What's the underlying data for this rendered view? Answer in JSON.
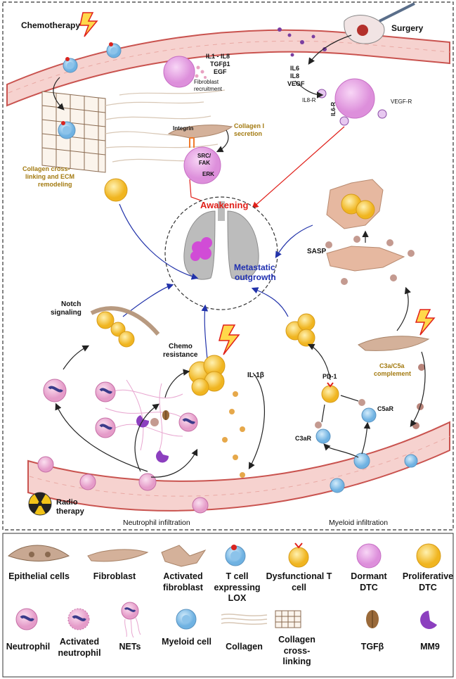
{
  "labels": {
    "chemotherapy": "Chemotherapy",
    "surgery": "Surgery",
    "cytokines_left_1": "IL1 - IL8",
    "cytokines_left_2": "TGFβ1",
    "cytokines_left_3": "EGF",
    "fibroblast_recruitment_1": "Fibroblast",
    "fibroblast_recruitment_2": "recruitment",
    "cytokines_right_1": "IL6",
    "cytokines_right_2": "IL8",
    "cytokines_right_3": "VEGF",
    "il8r": "IL8-R",
    "vegfr": "VEGF-R",
    "il6r": "IL6-R",
    "integrin": "Integrin",
    "collagen_secretion_1": "Collagen I",
    "collagen_secretion_2": "secretion",
    "src_fak_1": "SRC/",
    "src_fak_2": "FAK",
    "erk": "ERK",
    "crosslink_1": "Collagen cross-",
    "crosslink_2": "linking and ECM",
    "crosslink_3": "remodeling",
    "awakening": "Awakening",
    "metastatic_1": "Metastatic",
    "metastatic_2": "outgrowth",
    "sasp": "SASP",
    "notch_1": "Notch",
    "notch_2": "signaling",
    "chemo_res_1": "Chemo",
    "chemo_res_2": "resistance",
    "il1b": "IL-1β",
    "pd1": "PD-1",
    "c3a_c5a_1": "C3a/C5a",
    "c3a_c5a_2": "complement",
    "c5ar": "C5aR",
    "c3ar": "C3aR",
    "radio_1": "Radio",
    "radio_2": "therapy",
    "neutrophil_infiltration": "Neutrophil infiltration",
    "myeloid_infiltration": "Myeloid infiltration"
  },
  "legend": {
    "row1": [
      {
        "icon": "epithelial-cells-icon",
        "label": "Epithelial cells"
      },
      {
        "icon": "fibroblast-icon",
        "label": "Fibroblast"
      },
      {
        "icon": "activated-fibroblast-icon",
        "label": "Activated fibroblast"
      },
      {
        "icon": "t-cell-lox-icon",
        "label": "T cell expressing LOX"
      },
      {
        "icon": "dysfunctional-t-cell-icon",
        "label": "Dysfunctional T cell"
      },
      {
        "icon": "dormant-dtc-icon",
        "label": "Dormant DTC"
      },
      {
        "icon": "proliferative-dtc-icon",
        "label": "Proliferative DTC"
      }
    ],
    "row2": [
      {
        "icon": "neutrophil-icon",
        "label": "Neutrophil"
      },
      {
        "icon": "activated-neutrophil-icon",
        "label": "Activated neutrophil"
      },
      {
        "icon": "nets-icon",
        "label": "NETs"
      },
      {
        "icon": "myeloid-cell-icon",
        "label": "Myeloid cell"
      },
      {
        "icon": "collagen-icon",
        "label": "Collagen"
      },
      {
        "icon": "collagen-crosslinking-icon",
        "label": "Collagen cross-linking"
      },
      {
        "icon": "tgfb-icon",
        "label": "TGFβ"
      },
      {
        "icon": "mm9-icon",
        "label": "MM9"
      }
    ]
  },
  "colors": {
    "vessel": "#f2c3c0",
    "vessel_edge": "#c9534f",
    "dormant": "#e8a6e6",
    "proliferative": "#f5c84a",
    "fibroblast": "#d4b19a",
    "neutrophil": "#e9a6d0",
    "myeloid": "#8fc6ec",
    "awakening": "#e0201a",
    "metastatic": "#1f2fb0",
    "collagen_label": "#a37a10"
  }
}
